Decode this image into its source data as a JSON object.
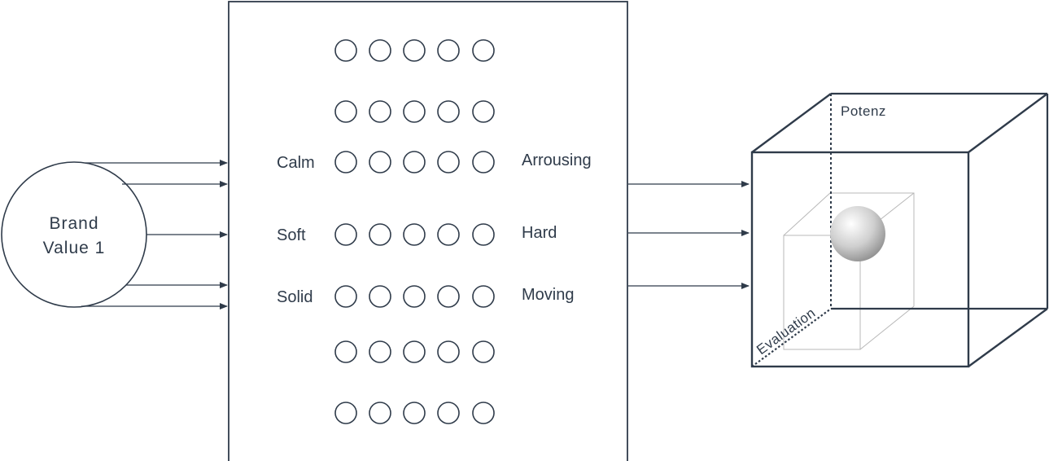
{
  "brand": {
    "line1": "Brand",
    "line2": "Value 1"
  },
  "scales": [
    {
      "left": "",
      "right": ""
    },
    {
      "left": "",
      "right": ""
    },
    {
      "left": "Calm",
      "right": "Arrousing"
    },
    {
      "left": "Soft",
      "right": "Hard"
    },
    {
      "left": "Solid",
      "right": "Moving"
    },
    {
      "left": "",
      "right": ""
    },
    {
      "left": "",
      "right": ""
    }
  ],
  "cube": {
    "top_label": "Potenz",
    "axis_label": "Evaluation"
  },
  "colors": {
    "stroke": "#2f3b4a",
    "light_stroke": "#b8b8b8"
  }
}
